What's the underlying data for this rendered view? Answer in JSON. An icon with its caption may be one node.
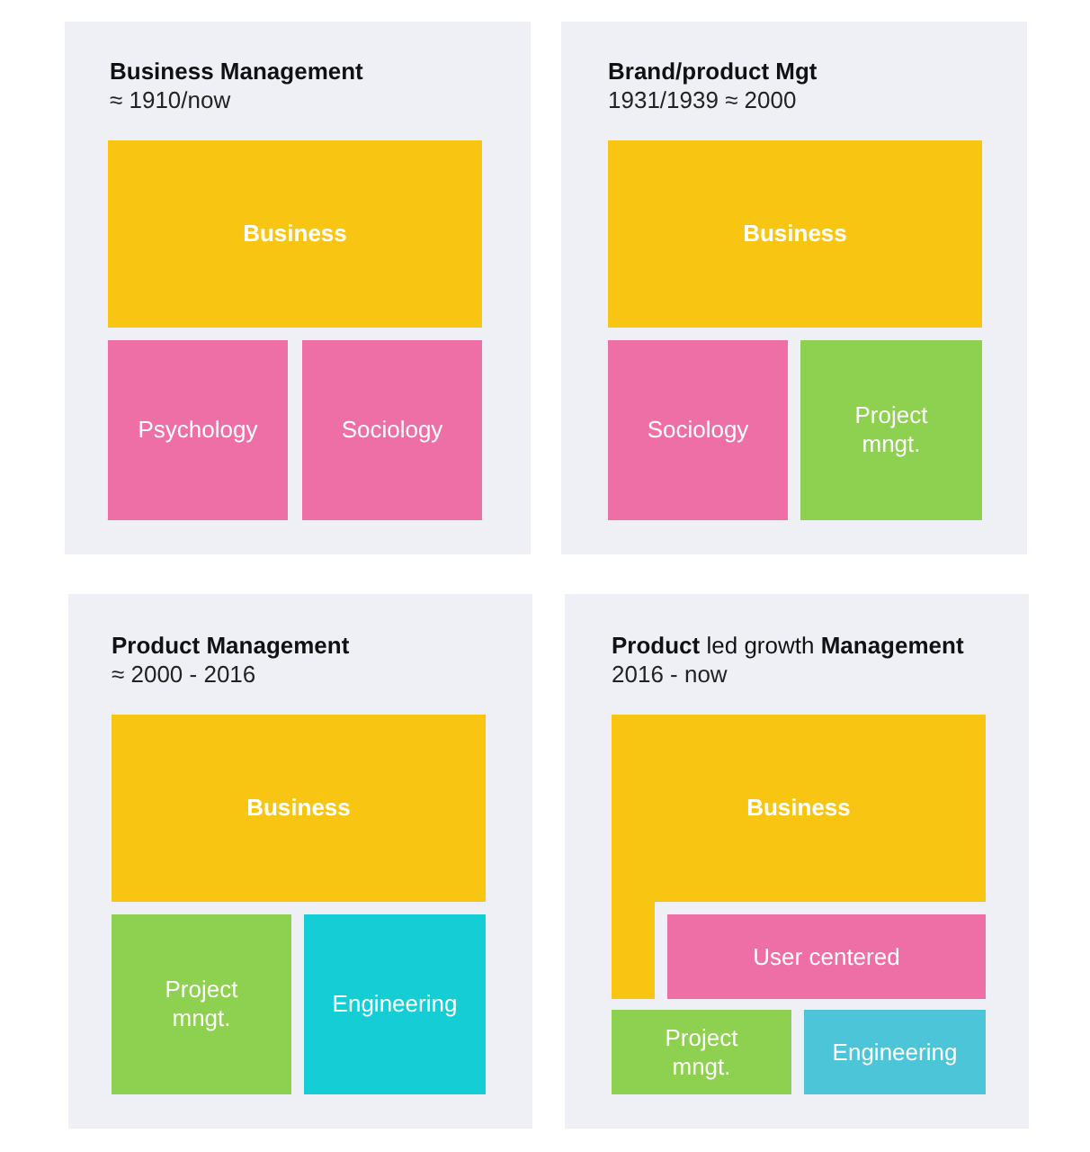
{
  "diagram": {
    "nodes": [
      {
        "text": [
          "Business Management",
          "≈ 1910/now"
        ]
      },
      {
        "text": [
          "Business"
        ],
        "in": 0
      },
      {
        "text": [
          "Psychology"
        ],
        "in": 0
      },
      {
        "text": [
          "Sociology"
        ],
        "in": 0
      },
      {
        "text": [
          "Brand/product Mgt",
          "1931/1939 ≈ 2000"
        ]
      },
      {
        "text": [
          "Business"
        ],
        "in": 4
      },
      {
        "text": [
          "Sociology"
        ],
        "in": 4
      },
      {
        "text": [
          "Project mngt."
        ],
        "in": 4
      },
      {
        "text": [
          "Product Management",
          "≈ 2000 - 2016"
        ]
      },
      {
        "text": [
          "Business"
        ],
        "in": 8
      },
      {
        "text": [
          "Project mngt."
        ],
        "in": 8
      },
      {
        "text": [
          "Engineering"
        ],
        "in": 8
      },
      {
        "text": [
          "**Product** led growth **Management**",
          "2016 - now"
        ]
      },
      {
        "text": [
          "Business"
        ],
        "in": 12
      },
      {
        "text": [
          "User centered"
        ],
        "in": 12
      },
      {
        "text": [
          "Project mngt."
        ],
        "in": 12
      },
      {
        "text": [
          "Engineering"
        ],
        "in": 12
      }
    ]
  }
}
